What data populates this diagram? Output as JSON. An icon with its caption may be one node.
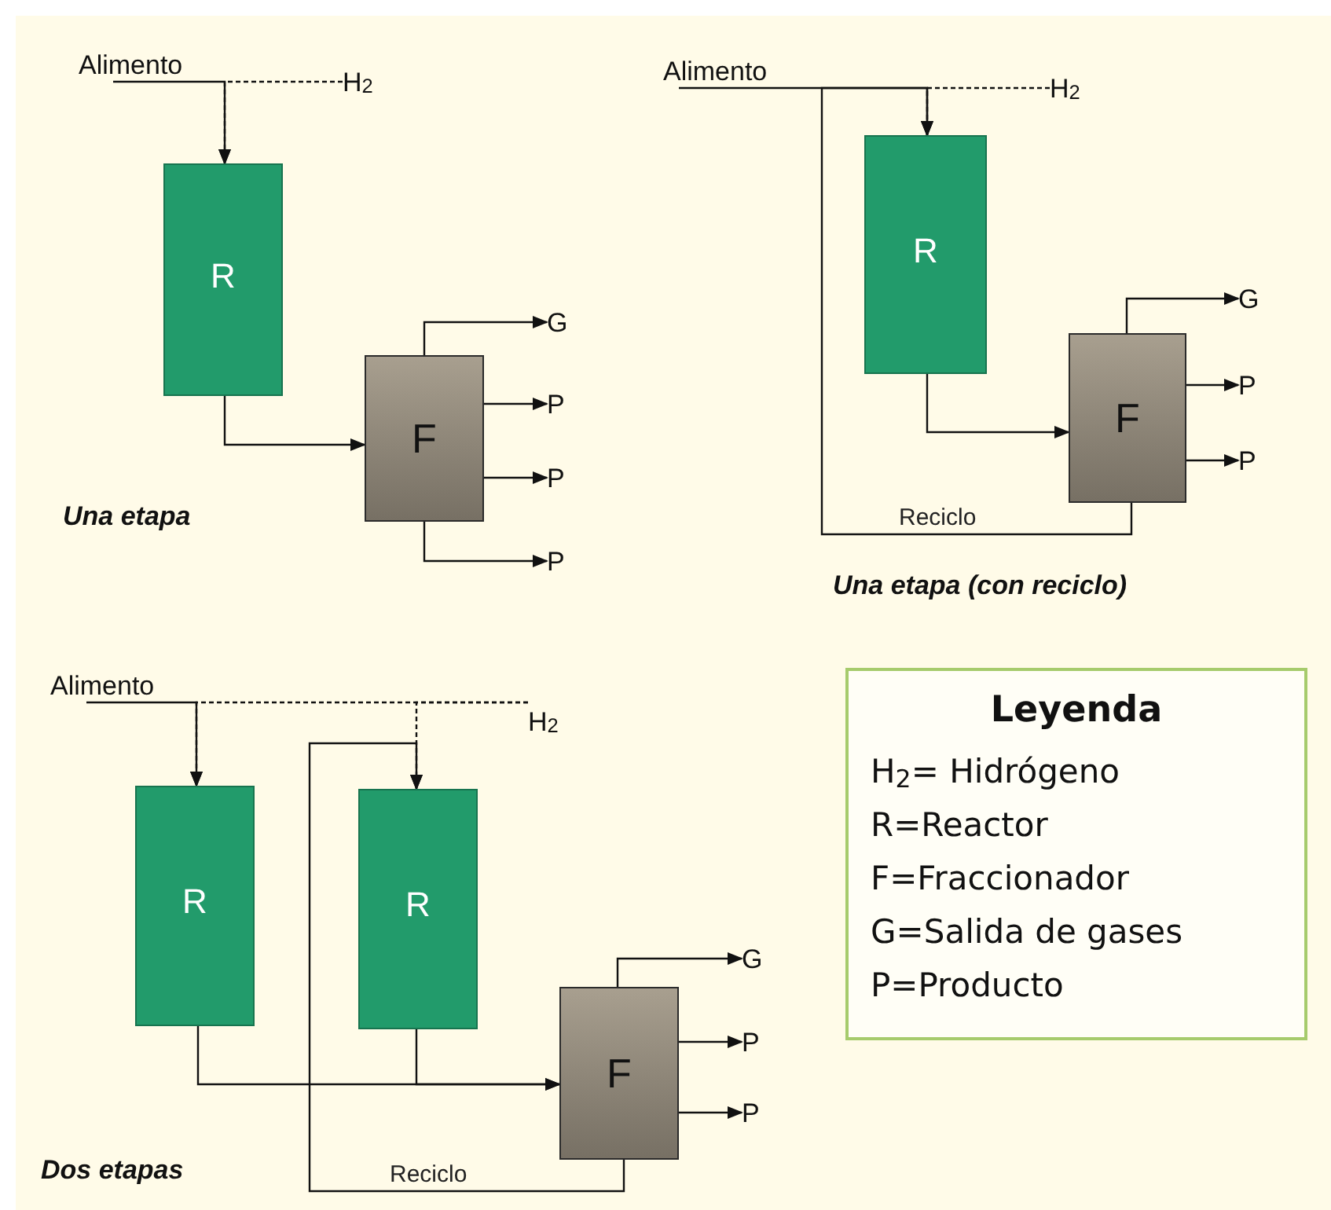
{
  "diagram": {
    "nodes": [
      {
        "text": [
          "Alimento"
        ]
      },
      {
        "text": [
          "H$_{2}$"
        ]
      },
      {
        "text": [
          "R"
        ]
      },
      {
        "text": [
          "F"
        ]
      },
      {
        "text": [
          "G"
        ]
      },
      {
        "text": [
          "P"
        ]
      },
      {
        "text": [
          "P"
        ]
      },
      {
        "text": [
          "P"
        ]
      },
      {
        "text": [
          "Alimento"
        ]
      },
      {
        "text": [
          "H$_{2}$"
        ]
      },
      {
        "text": [
          "R"
        ]
      },
      {
        "text": [
          "F"
        ]
      },
      {
        "text": [
          "G"
        ]
      },
      {
        "text": [
          "P"
        ]
      },
      {
        "text": [
          "P"
        ]
      },
      {
        "text": [
          "Alimento"
        ]
      },
      {
        "text": [
          "H$_{2}$"
        ]
      },
      {
        "text": [
          "R"
        ]
      },
      {
        "text": [
          "R"
        ]
      },
      {
        "text": [
          "F"
        ]
      },
      {
        "text": [
          "G"
        ]
      },
      {
        "text": [
          "P"
        ]
      },
      {
        "text": [
          "P"
        ]
      },
      {
        "text": [
          "Leyenda",
          "H$_{2}$= Hidrógeno",
          "R=Reactor",
          "F=Fraccionador",
          "G=Salida de gases",
          "P=Producto"
        ]
      }
    ],
    "edges": [
      {
        "from": 0,
        "to": 2,
        "arrow": "to"
      },
      {
        "from": 1,
        "to": 2,
        "arrow": "to",
        "style": "dashed"
      },
      {
        "from": 2,
        "to": 3,
        "arrow": "to"
      },
      {
        "from": 3,
        "to": 4,
        "arrow": "to"
      },
      {
        "from": 3,
        "to": 5,
        "arrow": "to"
      },
      {
        "from": 3,
        "to": 6,
        "arrow": "to"
      },
      {
        "from": 3,
        "to": 7,
        "arrow": "to"
      },
      {
        "from": 8,
        "to": 10,
        "arrow": "to"
      },
      {
        "from": 9,
        "to": 10,
        "arrow": "to",
        "style": "dashed"
      },
      {
        "from": 10,
        "to": 11,
        "arrow": "to"
      },
      {
        "from": 11,
        "to": 12,
        "arrow": "to"
      },
      {
        "from": 11,
        "to": 13,
        "arrow": "to"
      },
      {
        "from": 11,
        "to": 14,
        "arrow": "to"
      },
      {
        "from": 11,
        "to": 10,
        "arrow": "to",
        "label": "Reciclo"
      },
      {
        "from": 15,
        "to": 17,
        "arrow": "to"
      },
      {
        "from": 16,
        "to": 17,
        "arrow": "to",
        "style": "dashed"
      },
      {
        "from": 16,
        "to": 18,
        "arrow": "to",
        "style": "dashed"
      },
      {
        "from": 17,
        "to": 19,
        "arrow": "to"
      },
      {
        "from": 18,
        "to": 19,
        "arrow": "to"
      },
      {
        "from": 19,
        "to": 18,
        "arrow": "to",
        "label": "Reciclo"
      },
      {
        "from": 19,
        "to": 20,
        "arrow": "to"
      },
      {
        "from": 19,
        "to": 21,
        "arrow": "to"
      },
      {
        "from": 19,
        "to": 22,
        "arrow": "to"
      }
    ],
    "labels": [
      "Una etapa",
      "Una etapa (con reciclo)",
      "Dos etapas"
    ]
  }
}
